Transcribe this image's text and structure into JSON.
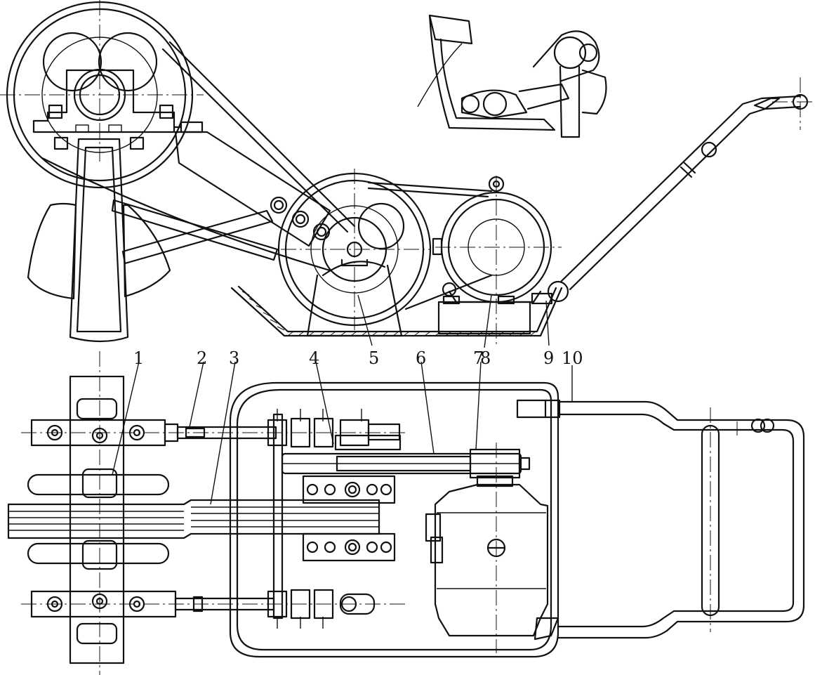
{
  "labels": [
    {
      "id": "1",
      "text": "1"
    },
    {
      "id": "2",
      "text": "2"
    },
    {
      "id": "3",
      "text": "3"
    },
    {
      "id": "4",
      "text": "4"
    },
    {
      "id": "5",
      "text": "5"
    },
    {
      "id": "6",
      "text": "6"
    },
    {
      "id": "7",
      "text": "7"
    },
    {
      "id": "8",
      "text": "8"
    },
    {
      "id": "9",
      "text": "9"
    },
    {
      "id": "10",
      "text": "10"
    }
  ],
  "colors": {
    "line": "#111111",
    "background": "#ffffff"
  }
}
